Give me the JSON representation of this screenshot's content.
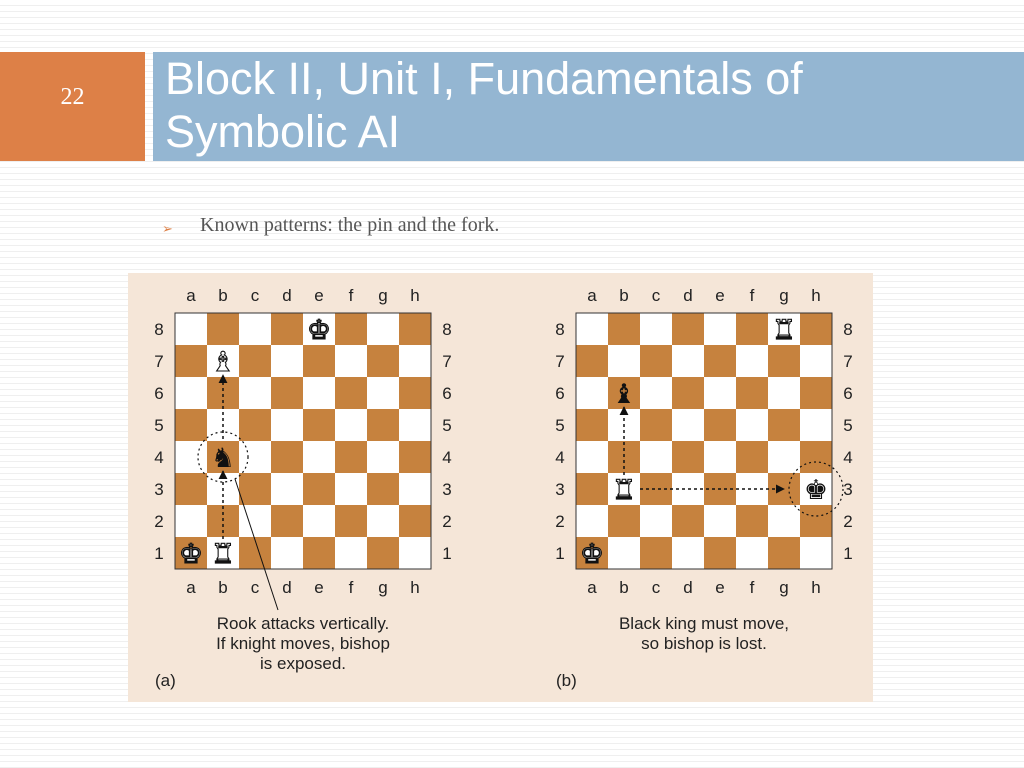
{
  "slide": {
    "number": "22",
    "title_line1": "Block II, Unit I, Fundamentals of",
    "title_line2": "Symbolic AI",
    "bullet": "Known patterns: the pin and the fork."
  },
  "colors": {
    "accent": "#dd8047",
    "title_bg": "#94b6d2",
    "dark_square": "#c6823e",
    "light_square": "#ffffff",
    "panel_bg": "#f5e6d8"
  },
  "files": [
    "a",
    "b",
    "c",
    "d",
    "e",
    "f",
    "g",
    "h"
  ],
  "ranks": [
    "8",
    "7",
    "6",
    "5",
    "4",
    "3",
    "2",
    "1"
  ],
  "boards": [
    {
      "id": "a",
      "panel_label": "(a)",
      "caption": [
        "Rook attacks vertically.",
        "If knight moves, bishop",
        "is exposed."
      ],
      "pieces": [
        {
          "sq": "e8",
          "glyph": "♚",
          "color": "white"
        },
        {
          "sq": "b7",
          "glyph": "♝",
          "color": "white"
        },
        {
          "sq": "b4",
          "glyph": "♞",
          "color": "black"
        },
        {
          "sq": "a1",
          "glyph": "♚",
          "color": "white"
        },
        {
          "sq": "b1",
          "glyph": "♜",
          "color": "white"
        }
      ]
    },
    {
      "id": "b",
      "panel_label": "(b)",
      "caption": [
        "Black king must move,",
        "so bishop is lost."
      ],
      "pieces": [
        {
          "sq": "g8",
          "glyph": "♜",
          "color": "white"
        },
        {
          "sq": "b6",
          "glyph": "♝",
          "color": "black"
        },
        {
          "sq": "b3",
          "glyph": "♜",
          "color": "white"
        },
        {
          "sq": "h3",
          "glyph": "♚",
          "color": "black"
        },
        {
          "sq": "a1",
          "glyph": "♚",
          "color": "white"
        }
      ]
    }
  ]
}
